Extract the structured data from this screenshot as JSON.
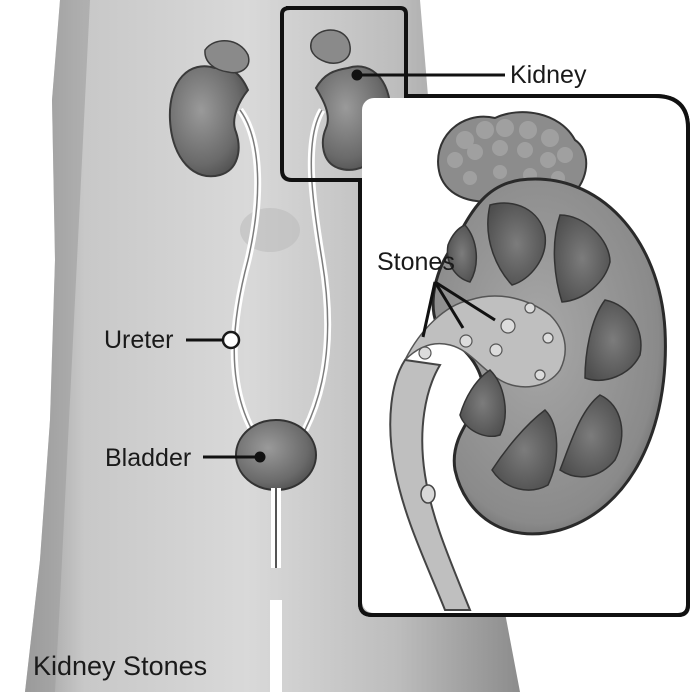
{
  "labels": {
    "kidney": "Kidney",
    "stones": "Stones",
    "ureter": "Ureter",
    "bladder": "Bladder"
  },
  "caption": "Kidney Stones",
  "colors": {
    "body_light": "#d2d2d2",
    "body_dark": "#6e6e6e",
    "organ": "#7a7a7a",
    "organ_dark": "#444444",
    "frame": "#111111"
  }
}
